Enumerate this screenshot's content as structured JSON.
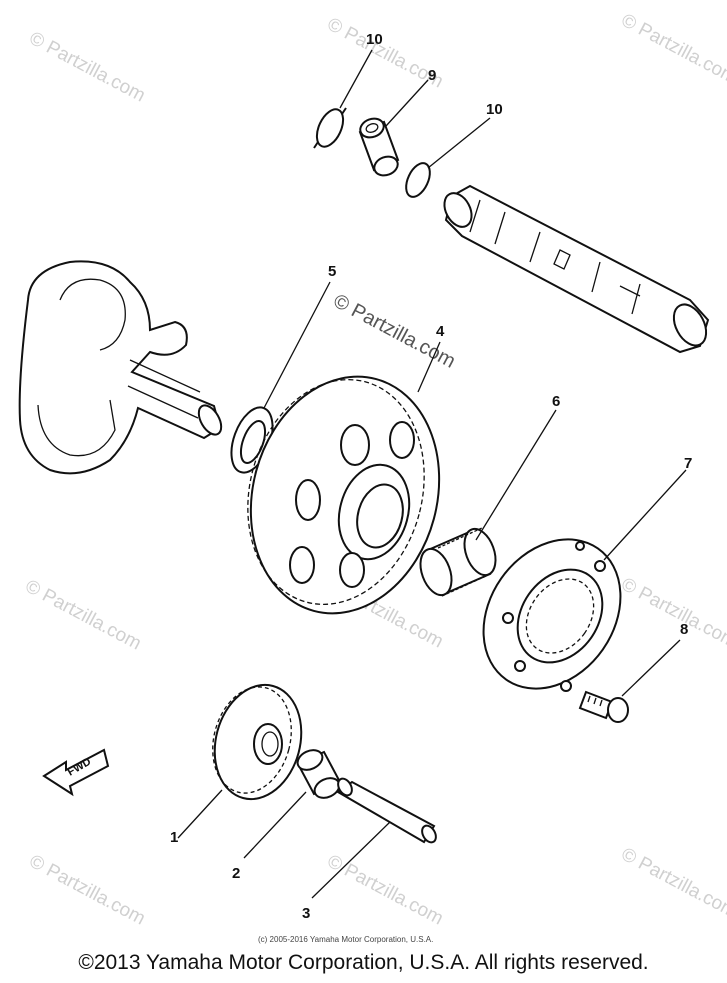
{
  "callouts": [
    {
      "id": "1",
      "label": "1"
    },
    {
      "id": "2",
      "label": "2"
    },
    {
      "id": "3",
      "label": "3"
    },
    {
      "id": "4",
      "label": "4"
    },
    {
      "id": "5",
      "label": "5"
    },
    {
      "id": "6",
      "label": "6"
    },
    {
      "id": "7",
      "label": "7"
    },
    {
      "id": "8",
      "label": "8"
    },
    {
      "id": "9",
      "label": "9"
    },
    {
      "id": "10a",
      "label": "10"
    },
    {
      "id": "10b",
      "label": "10"
    }
  ],
  "fwd_label": "FWD",
  "watermark": {
    "main": "© Partzilla.com",
    "repeat": "© Partzilla.com"
  },
  "image_copyright": "(c) 2005-2016 Yamaha Motor Corporation, U.S.A.",
  "footer_copyright": "©2013 Yamaha Motor Corporation, U.S.A. All rights reserved."
}
